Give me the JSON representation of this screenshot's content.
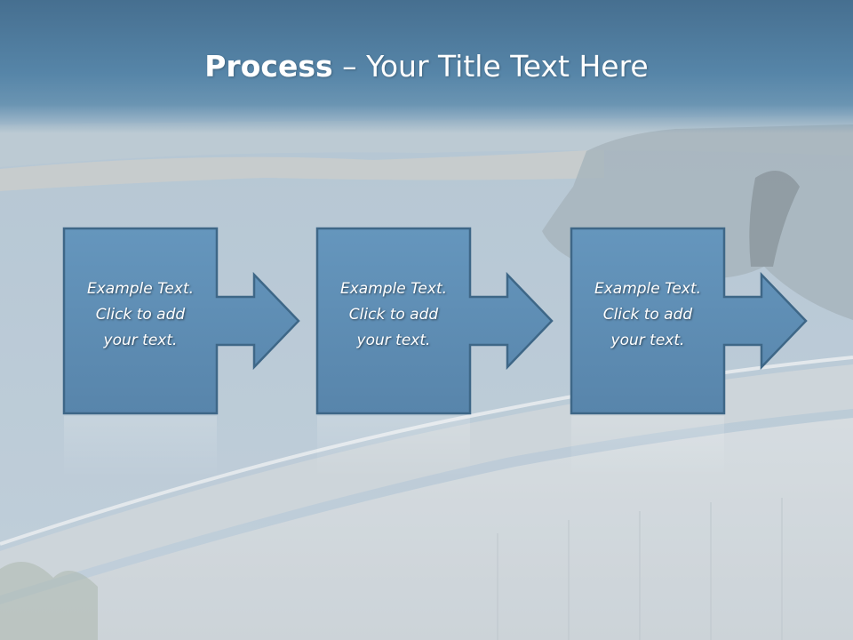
{
  "title": {
    "bold": "Process",
    "rest": " – Your Title Text Here"
  },
  "steps": [
    {
      "lines": [
        "Example Text.",
        "Click  to add",
        "your text."
      ]
    },
    {
      "lines": [
        "Example Text.",
        "Click  to add",
        "your text."
      ]
    },
    {
      "lines": [
        "Example Text.",
        "Click  to add",
        "your text."
      ]
    }
  ],
  "colors": {
    "box_fill": "#5d8db5",
    "box_stroke": "#3e6787",
    "title_band": "#5685a8",
    "title_text": "#ffffff"
  }
}
